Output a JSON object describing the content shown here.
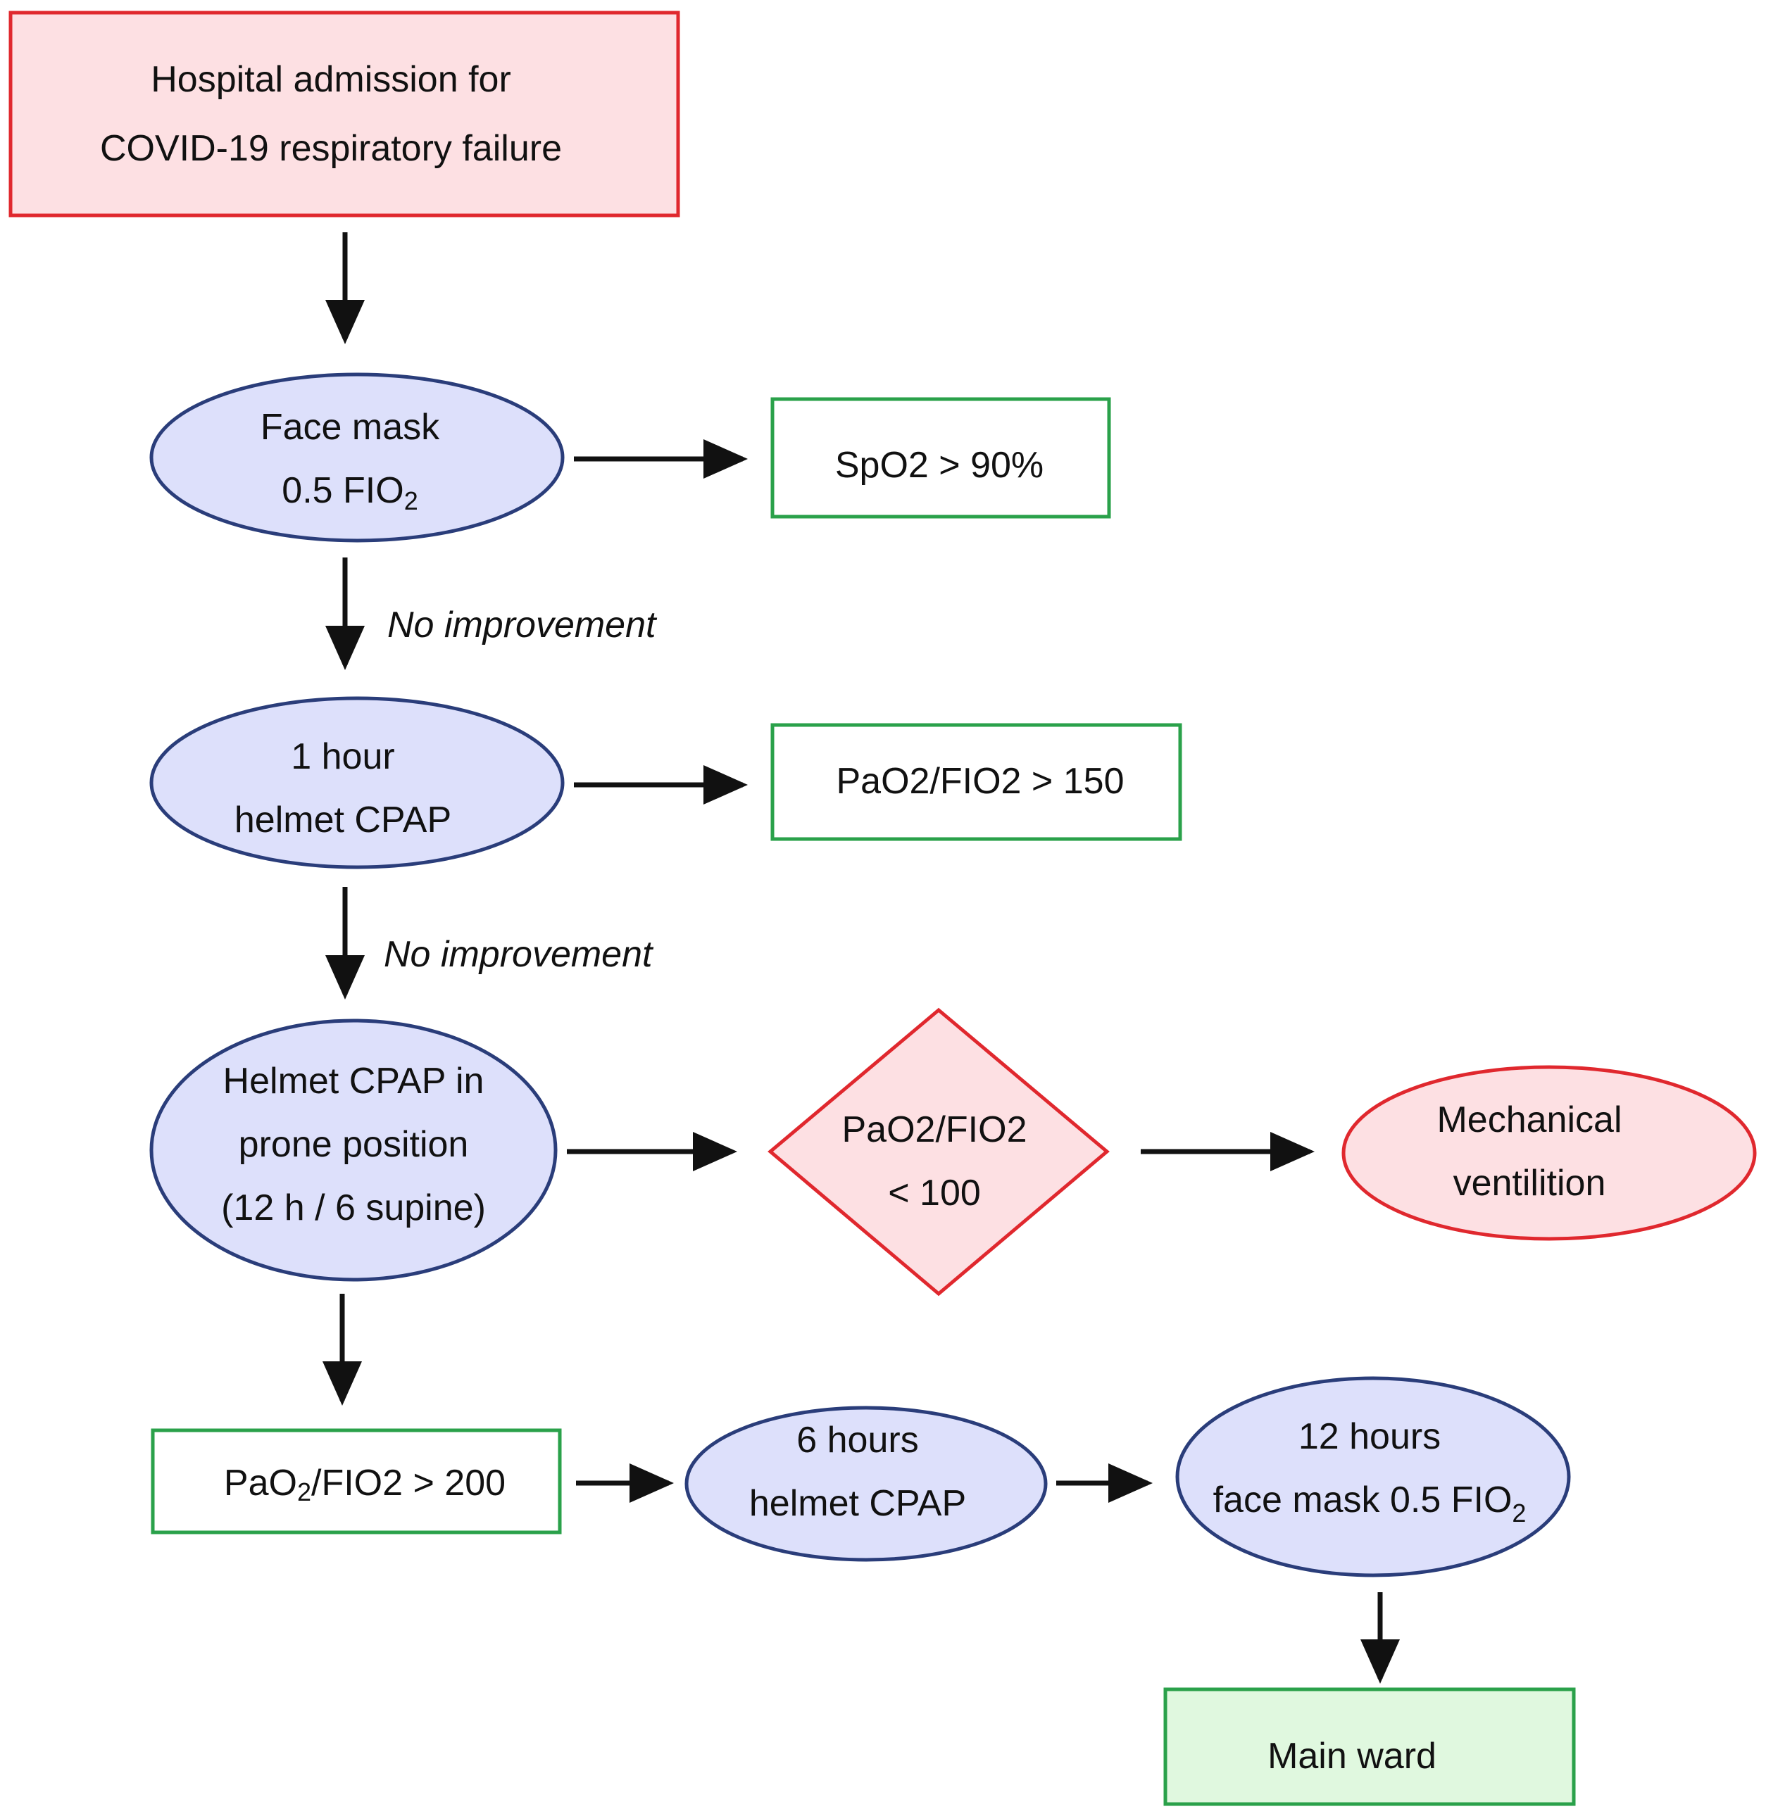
{
  "colors": {
    "start_fill": "#fde0e3",
    "start_stroke": "#e0282e",
    "process_fill": "#dde0fb",
    "process_stroke": "#2a3d7a",
    "outcome_stroke": "#2aa14a",
    "final_fill": "#e0f8df",
    "danger_fill": "#fde0e3",
    "danger_stroke": "#e0282e",
    "arrow": "#111111"
  },
  "nodes": {
    "admission": {
      "line1": "Hospital admission for",
      "line2": "COVID-19 respiratory failure"
    },
    "face_mask": {
      "line1": "Face mask",
      "line2_main": "0.5 FIO",
      "line2_sub": "2"
    },
    "spo2": {
      "text": "SpO2 > 90%"
    },
    "helmet_1h": {
      "line1": "1 hour",
      "line2": "helmet CPAP"
    },
    "pao2_150": {
      "text": "PaO2/FIO2 > 150"
    },
    "prone": {
      "line1": "Helmet CPAP in",
      "line2": "prone position",
      "line3": "(12 h / 6 supine)"
    },
    "pao2_100": {
      "line1": "PaO2/FIO2",
      "line2": "< 100"
    },
    "mech_vent": {
      "line1": "Mechanical",
      "line2": "ventilition"
    },
    "pao2_200": {
      "prefix": "PaO",
      "sub": "2",
      "suffix": "/FIO2 > 200"
    },
    "helmet_6h": {
      "line1": "6 hours",
      "line2": "helmet CPAP"
    },
    "face_mask_12h": {
      "line1": "12 hours",
      "line2_main": "face mask 0.5 FIO",
      "line2_sub": "2"
    },
    "main_ward": {
      "text": "Main ward"
    }
  },
  "edge_labels": {
    "no_improvement_1": "No improvement",
    "no_improvement_2": "No improvement"
  }
}
